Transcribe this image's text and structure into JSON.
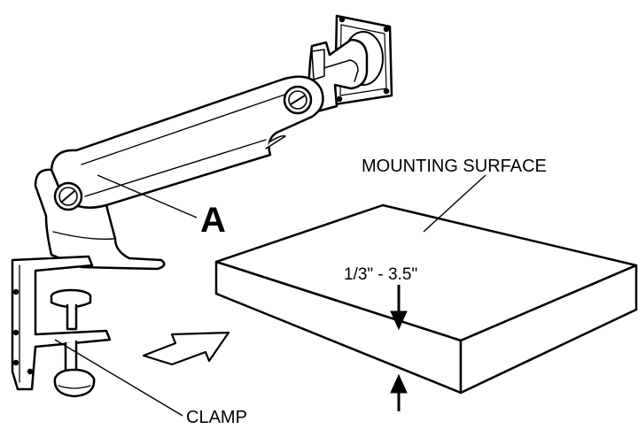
{
  "labels": {
    "mounting_surface": "MOUNTING SURFACE",
    "thickness_range": "1/3\" - 3.5\"",
    "part_letter": "A",
    "clamp": "CLAMP"
  }
}
